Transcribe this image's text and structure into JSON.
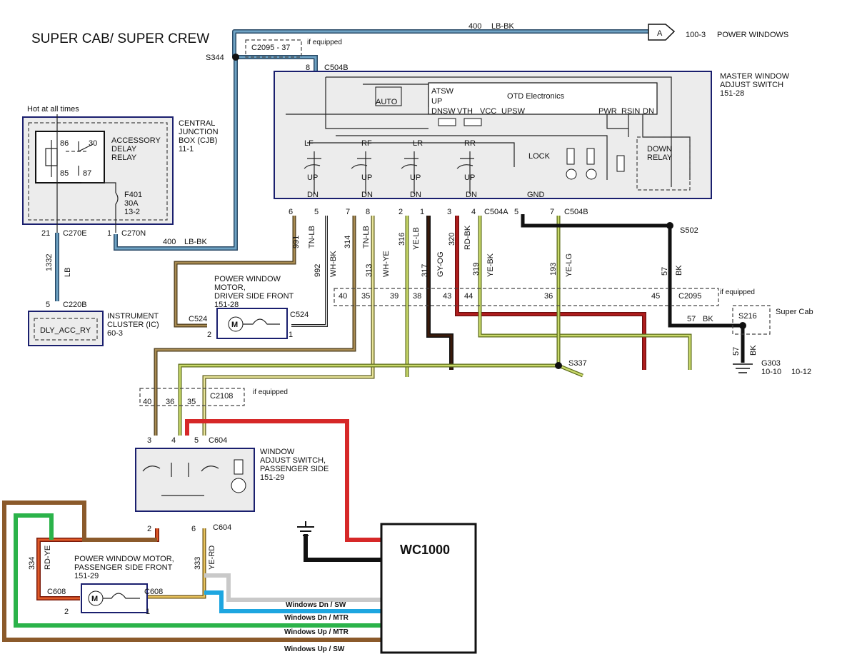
{
  "title": "SUPER CAB/ SUPER CREW",
  "top_circuit": {
    "number": "400",
    "color": "LB-BK",
    "connector_letter": "A",
    "destination_ref": "100-3",
    "destination": "POWER WINDOWS"
  },
  "if_equipped": "if equipped",
  "splices": {
    "s344": "S344",
    "s502": "S502",
    "s337": "S337",
    "s216": "S216"
  },
  "connectors": {
    "c2095_37": "C2095 - 37",
    "c504b_8": "8",
    "c504b": "C504B",
    "c270e": "C270E",
    "c270e_pin": "21",
    "c270n": "C270N",
    "c270n_pin": "1",
    "c220b": "C220B",
    "c220b_pin": "5",
    "c524": "C524",
    "c504a": "C504A",
    "c2095": "C2095",
    "c2108": "C2108",
    "c604": "C604",
    "c608": "C608"
  },
  "hot_at_all_times": "Hot at all times",
  "cjb": {
    "name": "CENTRAL JUNCTION BOX (CJB)",
    "line1": "CENTRAL",
    "line2": "JUNCTION",
    "line3": "BOX (CJB)",
    "ref": "11-1"
  },
  "relay": {
    "line1": "ACCESSORY",
    "line2": "DELAY",
    "line3": "RELAY",
    "pins": [
      "86",
      "30",
      "85",
      "87"
    ]
  },
  "fuse": {
    "name": "F401",
    "amps": "30A",
    "ref": "13-2"
  },
  "wire_400_lbbk": {
    "number": "400",
    "color": "LB-BK"
  },
  "wire_1332": {
    "number": "1332",
    "color": "LB"
  },
  "instrument_cluster": {
    "line1": "INSTRUMENT",
    "line2": "CLUSTER (IC)",
    "ref": "60-3",
    "signal": "DLY_ACC_RY"
  },
  "master_switch": {
    "line1": "MASTER WINDOW",
    "line2": "ADJUST SWITCH",
    "ref": "151-28",
    "otd": "OTD Electronics",
    "atsw": "ATSW",
    "up": "UP",
    "dnsw": "DNSW",
    "vth": "VTH",
    "vcc": "VCC",
    "upsw": "UPSW",
    "pwr": "PWR",
    "rsin": "RSIN",
    "dn": "DN",
    "auto": "AUTO",
    "switches": [
      "LF",
      "RF",
      "LR",
      "RR"
    ],
    "up_label": "UP",
    "dn_label": "DN",
    "lock": "LOCK",
    "down_relay_1": "DOWN",
    "down_relay_2": "RELAY",
    "gnd": "GND"
  },
  "master_pins": [
    "6",
    "5",
    "7",
    "8",
    "2",
    "1",
    "3",
    "4",
    "5",
    "7"
  ],
  "wires_master": [
    {
      "number": "991",
      "color": "TN-LB"
    },
    {
      "number": "992",
      "color": "WH-BK"
    },
    {
      "number": "314",
      "color": "TN-LB"
    },
    {
      "number": "313",
      "color": "WH-YE"
    },
    {
      "number": "316",
      "color": "YE-LB"
    },
    {
      "number": "317",
      "color": "GY-OG"
    },
    {
      "number": "320",
      "color": "RD-BK"
    },
    {
      "number": "319",
      "color": "YE-BK"
    },
    {
      "number": "193",
      "color": "YE-LG"
    },
    {
      "number": "57",
      "color": "BK"
    }
  ],
  "c2095_pins": [
    "40",
    "35",
    "39",
    "38",
    "43",
    "44",
    "36",
    "45"
  ],
  "driver_motor": {
    "line1": "POWER WINDOW",
    "line2": "MOTOR,",
    "line3": "DRIVER SIDE FRONT",
    "ref": "151-28",
    "pin_left": "2",
    "pin_right": "1"
  },
  "super_cab": "Super Cab",
  "wire_57_bk": {
    "number": "57",
    "color": "BK"
  },
  "ground": {
    "name": "G303",
    "ref1": "10-10",
    "ref2": "10-12"
  },
  "c2108_pins": [
    "40",
    "36",
    "35"
  ],
  "c604_pins_top": [
    "3",
    "4",
    "5"
  ],
  "c604_pins_bottom": [
    "2",
    "6"
  ],
  "passenger_switch": {
    "line1": "WINDOW",
    "line2": "ADJUST SWITCH,",
    "line3": "PASSENGER SIDE",
    "ref": "151-29"
  },
  "passenger_motor": {
    "line1": "POWER WINDOW MOTOR,",
    "line2": "PASSENGER SIDE FRONT",
    "ref": "151-29",
    "pin_left": "2",
    "pin_right": "1"
  },
  "wire_334": {
    "number": "334",
    "color": "RD-YE"
  },
  "wire_333": {
    "number": "333",
    "color": "YE-RD"
  },
  "wc1000": "WC1000",
  "wc_wires": {
    "dn_sw": "Windows Dn / SW",
    "dn_mtr": "Windows Dn / MTR",
    "up_mtr": "Windows Up / MTR",
    "up_sw": "Windows Up / SW"
  },
  "colors": {
    "lb_bk": "#4f86a6",
    "tn": "#8a6a3c",
    "brown": "#8b5a2b",
    "yellow_green": "#c9d96a",
    "red": "#d62828",
    "dark_red": "#b01e1e",
    "black": "#111111",
    "green": "#2bb34a",
    "blue": "#1ea6e0",
    "gray": "#c9c9c9",
    "dark_brown": "#3a1a0a",
    "orange": "#e07b1c"
  }
}
